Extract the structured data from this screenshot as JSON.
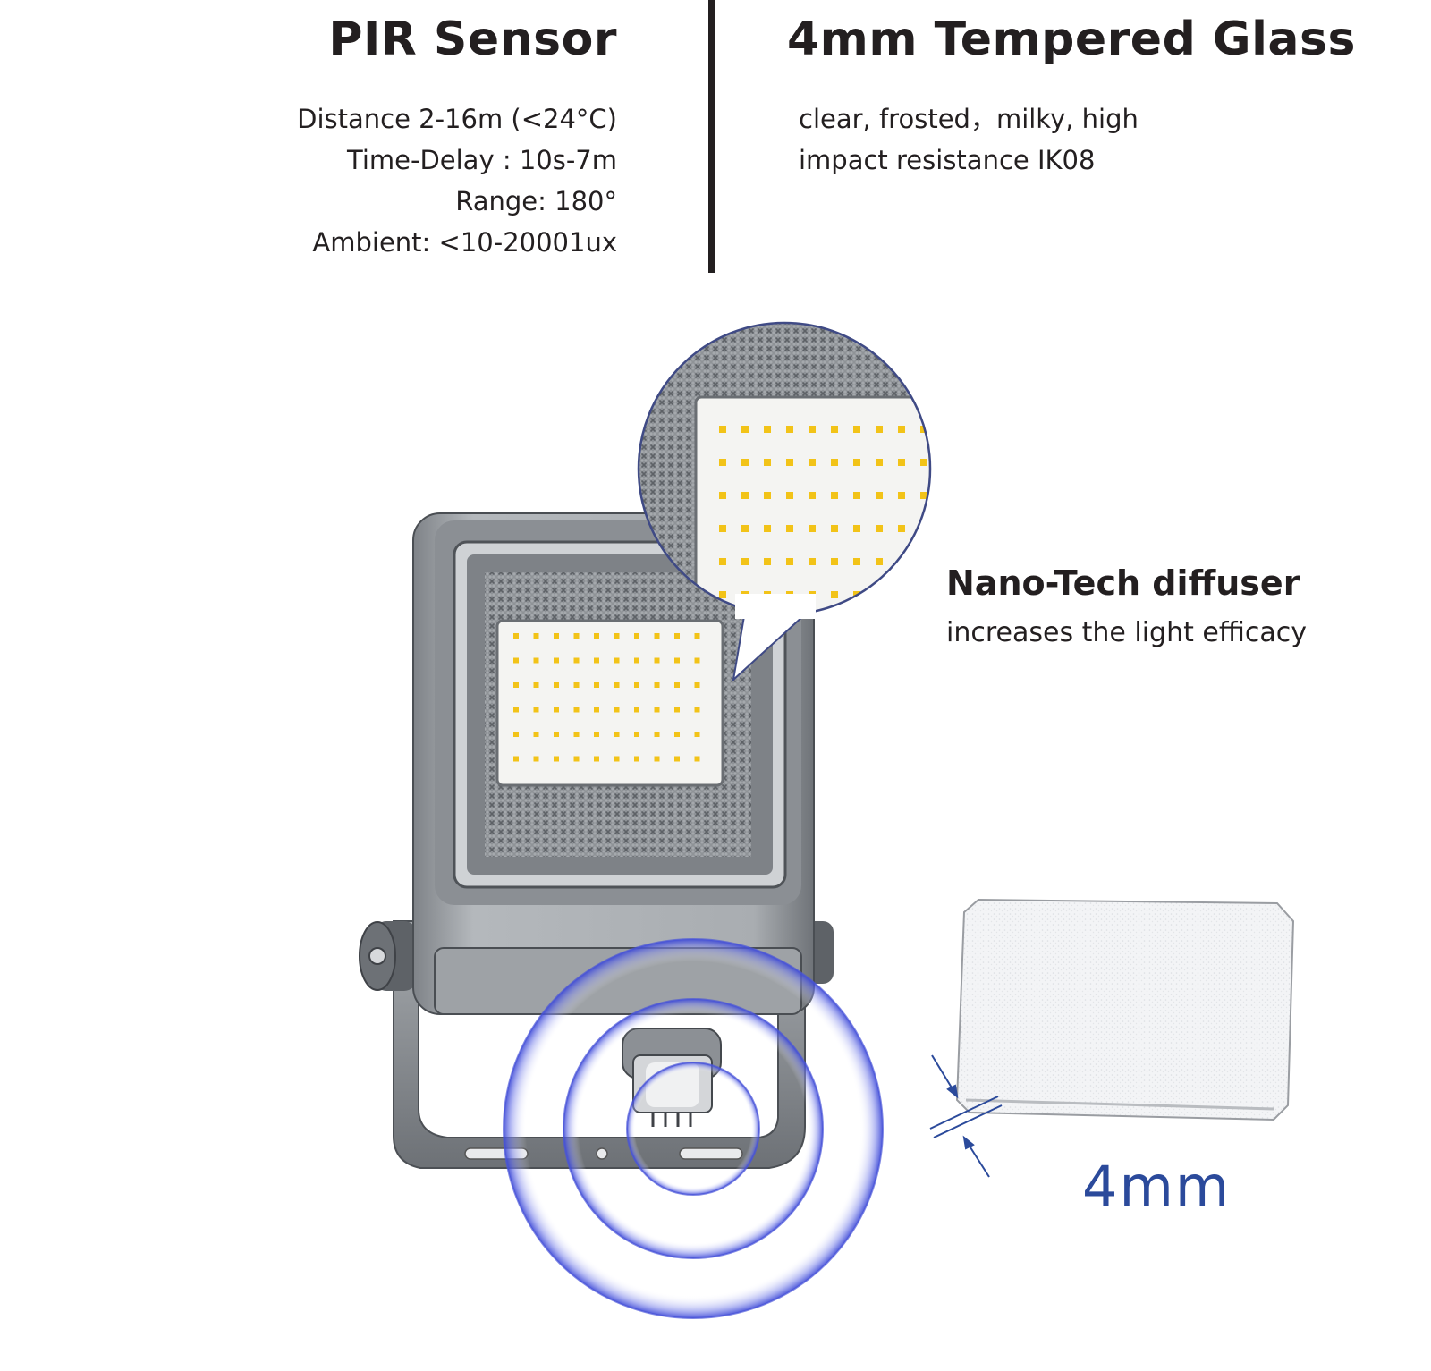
{
  "pir": {
    "title": "PIR Sensor",
    "specs": [
      "Distance 2-16m (<24°C)",
      "Time-Delay : 10s-7m",
      "Range: 180°",
      "Ambient: <10-20001ux"
    ]
  },
  "glass": {
    "title": "4mm Tempered Glass",
    "specs": [
      "clear, frosted，milky, high",
      "impact resistance IK08"
    ]
  },
  "diffuser": {
    "title": "Nano-Tech diffuser",
    "subtitle": "increases the light efficacy"
  },
  "thickness_label": "4mm",
  "colors": {
    "text": "#231f20",
    "accent_blue": "#2b4a9b",
    "led": "#f2c318",
    "housing": "#9a9ea3",
    "pulse": "#6f78e0"
  }
}
